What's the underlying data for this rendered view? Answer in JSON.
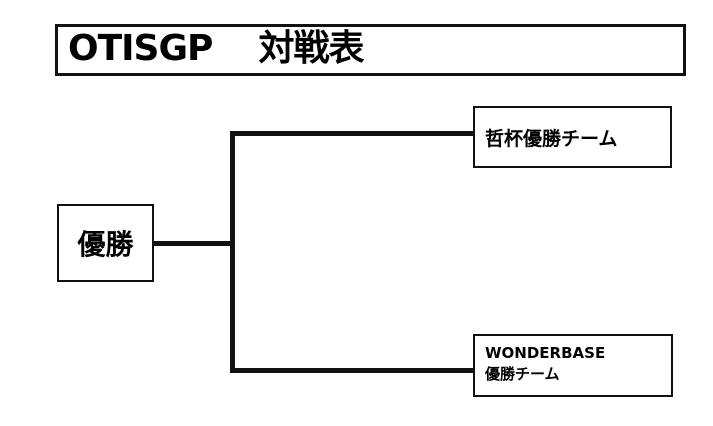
{
  "title": "OTISGP    対戦表",
  "winner_label": "優勝",
  "teams": [
    {
      "line1": "哲杯優勝チーム"
    },
    {
      "line1": "WONDERBASE",
      "line2": "優勝チーム"
    }
  ]
}
